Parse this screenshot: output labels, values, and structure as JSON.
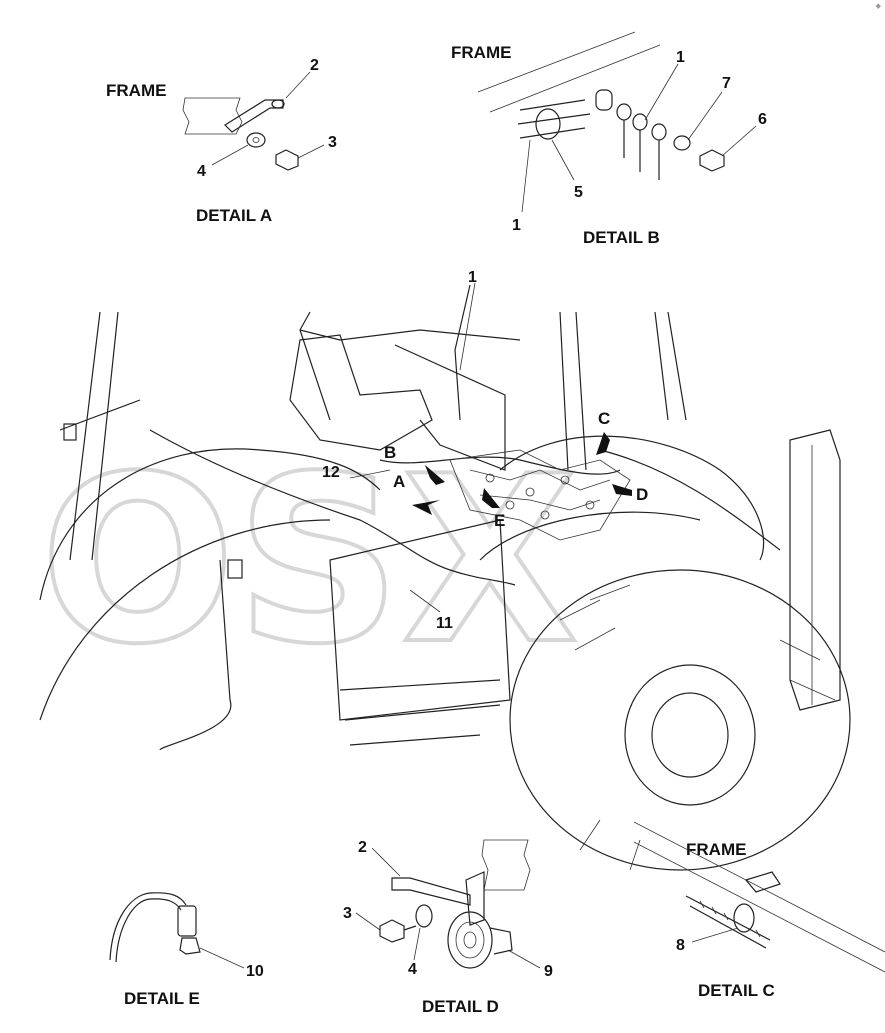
{
  "watermark": "OSX",
  "detail_a": {
    "frame": "FRAME",
    "title": "DETAIL A",
    "callouts": [
      "2",
      "3",
      "4"
    ]
  },
  "detail_b": {
    "frame": "FRAME",
    "title": "DETAIL B",
    "callouts": [
      "1",
      "7",
      "6",
      "5",
      "1"
    ]
  },
  "main_view": {
    "callouts": [
      "1",
      "12",
      "11"
    ],
    "detail_refs": [
      "A",
      "B",
      "C",
      "D",
      "E"
    ]
  },
  "detail_c": {
    "frame": "FRAME",
    "title": "DETAIL C",
    "callouts": [
      "8"
    ]
  },
  "detail_d": {
    "title": "DETAIL D",
    "callouts": [
      "2",
      "3",
      "4",
      "9"
    ]
  },
  "detail_e": {
    "title": "DETAIL E",
    "callouts": [
      "10"
    ]
  }
}
